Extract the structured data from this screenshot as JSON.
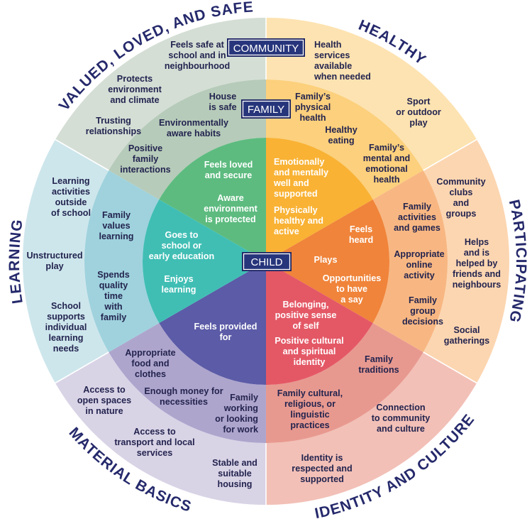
{
  "colors": {
    "text": "#23244f",
    "label_box": "#27357b",
    "sectors": {
      "valued": {
        "outer": "#d4ded5",
        "family": "#b6cbb9",
        "child": "#5dbb7f"
      },
      "healthy": {
        "outer": "#fde3b1",
        "family": "#fcd07c",
        "child": "#f9b234"
      },
      "participating": {
        "outer": "#fcd6b1",
        "family": "#f8b782",
        "child": "#f0843a"
      },
      "identity": {
        "outer": "#f2c0b7",
        "family": "#e8998f",
        "child": "#e45866"
      },
      "material": {
        "outer": "#d9d3e6",
        "family": "#aea5cd",
        "child": "#5b5ba7"
      },
      "learning": {
        "outer": "#cde6ec",
        "family": "#9fd2dd",
        "child": "#40beb4"
      }
    }
  },
  "levels": {
    "community": "COMMUNITY",
    "family": "FAMILY",
    "child": "CHILD"
  },
  "categories": {
    "valued": "VALUED, LOVED, AND SAFE",
    "healthy": "HEALTHY",
    "participating": "PARTICIPATING",
    "identity": "IDENTITY AND CULTURE",
    "material": "MATERIAL BASICS",
    "learning": "LEARNING"
  },
  "valued": {
    "community": [
      [
        "Feels safe at",
        "school and in",
        "neighbourhood"
      ],
      [
        "Protects",
        "environment",
        "and climate"
      ],
      [
        "Trusting",
        "relationships"
      ]
    ],
    "family": [
      [
        "House",
        "is safe"
      ],
      [
        "Environmentally",
        "aware habits"
      ],
      [
        "Positive",
        "family",
        "interactions"
      ]
    ],
    "child": [
      [
        "Feels loved",
        "and secure"
      ],
      [
        "Aware",
        "environment",
        "is protected"
      ]
    ]
  },
  "healthy": {
    "community": [
      [
        "Health",
        "services",
        "available",
        "when needed"
      ],
      [
        "Sport",
        "or outdoor",
        "play"
      ]
    ],
    "family": [
      [
        "Family’s",
        "physical",
        "health"
      ],
      [
        "Healthy",
        "eating"
      ],
      [
        "Family’s",
        "mental and",
        "emotional",
        "health"
      ]
    ],
    "child": [
      [
        "Emotionally",
        "and mentally",
        "well and",
        "supported"
      ],
      [
        "Physically",
        "healthy and",
        "active"
      ]
    ]
  },
  "participating": {
    "community": [
      [
        "Community",
        "clubs",
        "and",
        "groups"
      ],
      [
        "Helps",
        "and is",
        "helped by",
        "friends and",
        "neighbours"
      ],
      [
        "Social",
        "gatherings"
      ]
    ],
    "family": [
      [
        "Family",
        "activities",
        "and games"
      ],
      [
        "Appropriate",
        "online",
        "activity"
      ],
      [
        "Family",
        "group",
        "decisions"
      ]
    ],
    "child": [
      [
        "Feels",
        "heard"
      ],
      [
        "Plays"
      ],
      [
        "Opportunities",
        "to have",
        "a say"
      ]
    ]
  },
  "identity": {
    "community": [
      [
        "Connection",
        "to community",
        "and culture"
      ],
      [
        "Identity is",
        "respected and",
        "supported"
      ]
    ],
    "family": [
      [
        "Family",
        "traditions"
      ],
      [
        "Family cultural,",
        "religious, or",
        "linguistic",
        "practices"
      ]
    ],
    "child": [
      [
        "Belonging,",
        "positive sense",
        "of self"
      ],
      [
        "Positive cultural",
        "and spiritual",
        "identity"
      ]
    ]
  },
  "material": {
    "community": [
      [
        "Access to",
        "open spaces",
        "in nature"
      ],
      [
        "Access to",
        "transport and local",
        "services"
      ],
      [
        "Stable and",
        "suitable",
        "housing"
      ]
    ],
    "family": [
      [
        "Appropriate",
        "food and",
        "clothes"
      ],
      [
        "Enough money for",
        "necessities"
      ],
      [
        "Family",
        "working",
        "or looking",
        "for work"
      ]
    ],
    "child": [
      [
        "Feels provided",
        "for"
      ]
    ]
  },
  "learning": {
    "community": [
      [
        "Learning",
        "activities",
        "outside",
        "of school"
      ],
      [
        "Unstructured",
        "play"
      ],
      [
        "School",
        "supports",
        "individual",
        "learning",
        "needs"
      ]
    ],
    "family": [
      [
        "Family",
        "values",
        "learning"
      ],
      [
        "Spends",
        "quality",
        "time",
        "with",
        "family"
      ]
    ],
    "child": [
      [
        "Goes to",
        "school or",
        "early education"
      ],
      [
        "Enjoys",
        "learning"
      ]
    ]
  }
}
